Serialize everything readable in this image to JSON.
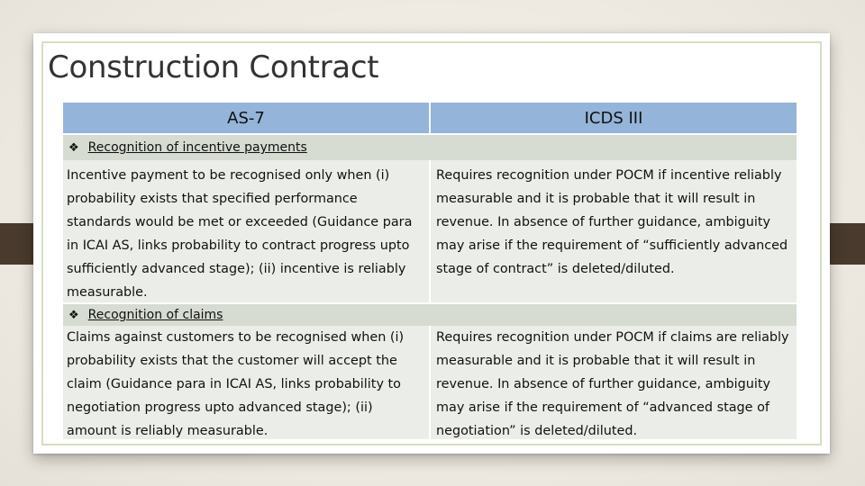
{
  "slide": {
    "title": "Construction Contract",
    "table": {
      "headers": [
        "AS-7",
        "ICDS III"
      ],
      "sections": [
        {
          "heading": "Recognition of incentive payments",
          "as7": "Incentive payment to be recognised only when (i) probability exists that specified performance standards would be met or exceeded (Guidance para in ICAI AS, links probability to contract progress upto sufficiently advanced stage); (ii) incentive is reliably measurable.",
          "icds": "Requires recognition under POCM if incentive reliably measurable and it is probable that it will result in revenue. In absence of further guidance, ambiguity may arise if the requirement of “sufficiently advanced stage of contract” is deleted/diluted."
        },
        {
          "heading": "Recognition of claims",
          "as7": "Claims against customers to be recognised when (i) probability exists that the customer will accept the claim (Guidance para in ICAI AS, links probability to negotiation progress upto advanced stage); (ii) amount is reliably measurable.",
          "icds": "Requires recognition under POCM if claims are reliably measurable and it is probable that it will result in revenue. In absence of further guidance, ambiguity may arise if the requirement of “advanced stage of negotiation” is deleted/diluted."
        }
      ]
    }
  },
  "colors": {
    "header_fill": "#94b4d9",
    "section_fill": "#d7dcd2",
    "cell_fill": "#ebede8",
    "frame": "#d6dfbf",
    "side_bar": "#4a3a2e"
  }
}
